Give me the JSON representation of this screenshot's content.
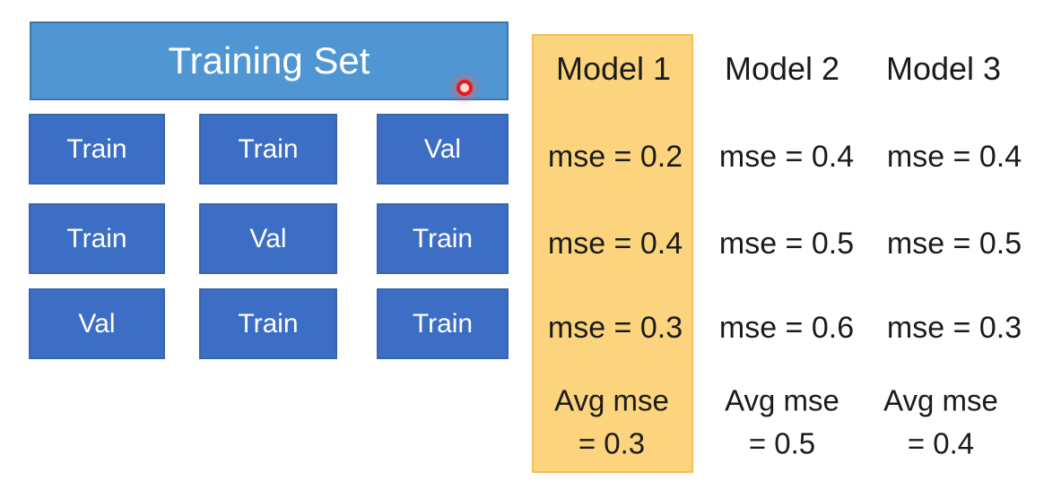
{
  "palette": {
    "header_fill": "#4F96D3",
    "header_border": "#3E75AD",
    "cell_fill": "#3D6EC5",
    "cell_border": "#3A64AE",
    "cell_text": "#FFFFFF",
    "highlight_fill": "#FBD47D",
    "highlight_border": "#F2BE56",
    "text_dark": "#1B1B1B",
    "pointer_red": "#E21B1B"
  },
  "training_set": {
    "title": "Training Set",
    "grid": [
      [
        "Train",
        "Train",
        "Val"
      ],
      [
        "Train",
        "Val",
        "Train"
      ],
      [
        "Val",
        "Train",
        "Train"
      ]
    ]
  },
  "models": [
    {
      "name": "Model 1",
      "highlighted": true,
      "mse": [
        "mse = 0.2",
        "mse = 0.4",
        "mse = 0.3"
      ],
      "avg": [
        "Avg mse",
        "= 0.3"
      ]
    },
    {
      "name": "Model 2",
      "highlighted": false,
      "mse": [
        "mse = 0.4",
        "mse = 0.5",
        "mse = 0.6"
      ],
      "avg": [
        "Avg mse",
        "= 0.5"
      ]
    },
    {
      "name": "Model 3",
      "highlighted": false,
      "mse": [
        "mse = 0.4",
        "mse = 0.5",
        "mse = 0.3"
      ],
      "avg": [
        "Avg mse",
        "= 0.4"
      ]
    }
  ]
}
